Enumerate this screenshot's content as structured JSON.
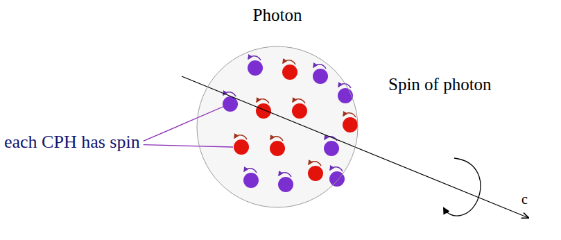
{
  "diagram": {
    "nodes": [
      {
        "text": [
          "Photon"
        ]
      }
    ],
    "labels": [
      "each CPH has spin",
      "Spin of photon",
      "c"
    ]
  }
}
